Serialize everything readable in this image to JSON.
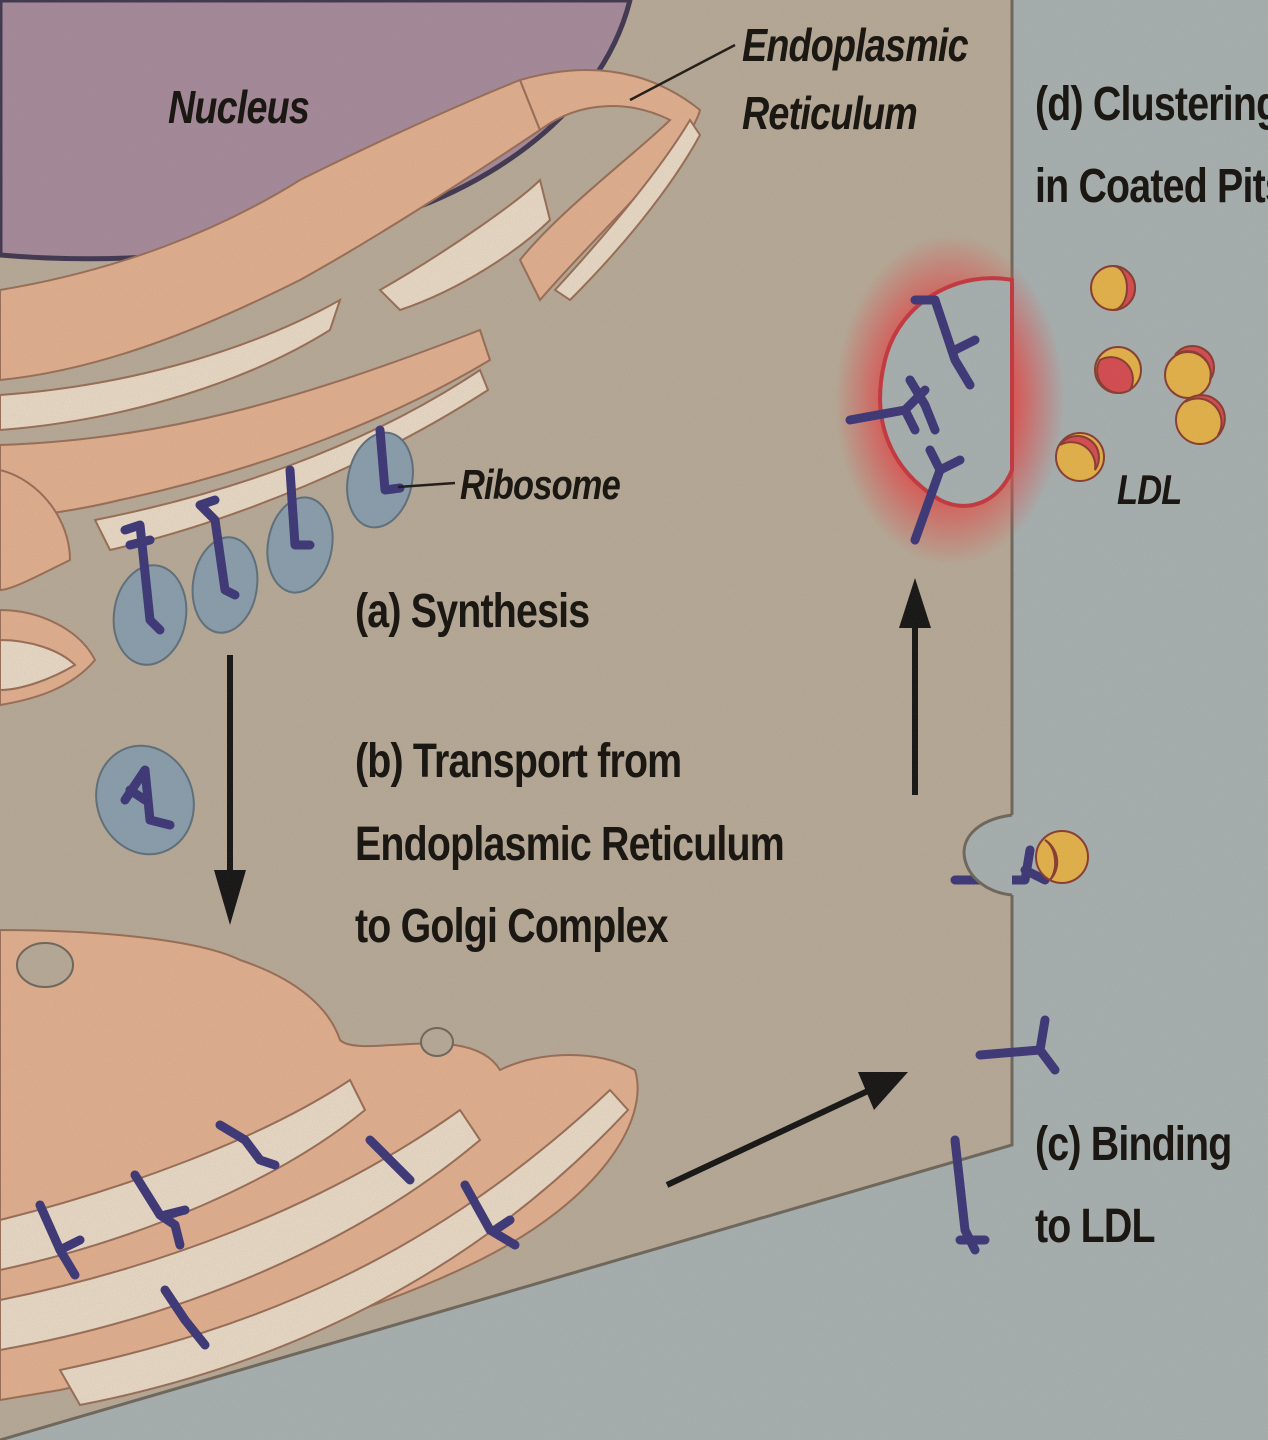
{
  "labels": {
    "nucleus": "Nucleus",
    "er_line1": "Endoplasmic",
    "er_line2": "Reticulum",
    "ribosome": "Ribosome",
    "ldl": "LDL",
    "step_a": "(a) Synthesis",
    "step_b_line1": "(b) Transport from",
    "step_b_line2": "Endoplasmic Reticulum",
    "step_b_line3": "to Golgi Complex",
    "step_c_line1": "(c) Binding",
    "step_c_line2": "to LDL",
    "step_d_line1": "(d) Clustering",
    "step_d_line2": "in Coated Pits"
  },
  "colors": {
    "cytoplasm": "#b9ab98",
    "extracellular": "#a9b2b2",
    "nucleus": "#a78a9c",
    "membrane_organelle": "#e4b08f",
    "lumen": "#ecdcc8",
    "ribosome": "#8a9fae",
    "receptor": "#3a3478",
    "ldl_red": "#d94a50",
    "ldl_yellow": "#e8b448",
    "coated_pit": "#e3504f",
    "arrow": "#111111"
  }
}
